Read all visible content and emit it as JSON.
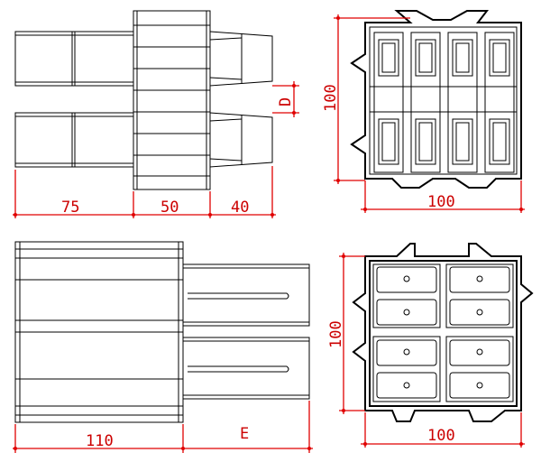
{
  "colors": {
    "outline": "#000000",
    "dimension": "#e00000",
    "background": "#ffffff"
  },
  "top_view": {
    "dim_left": "75",
    "dim_middle": "50",
    "dim_right": "40",
    "dim_vertical": "D"
  },
  "end_view_top": {
    "dim_height": "100",
    "dim_width": "100"
  },
  "side_view": {
    "dim_body": "110",
    "dim_extension": "E"
  },
  "end_view_bottom": {
    "dim_height": "100",
    "dim_width": "100"
  }
}
